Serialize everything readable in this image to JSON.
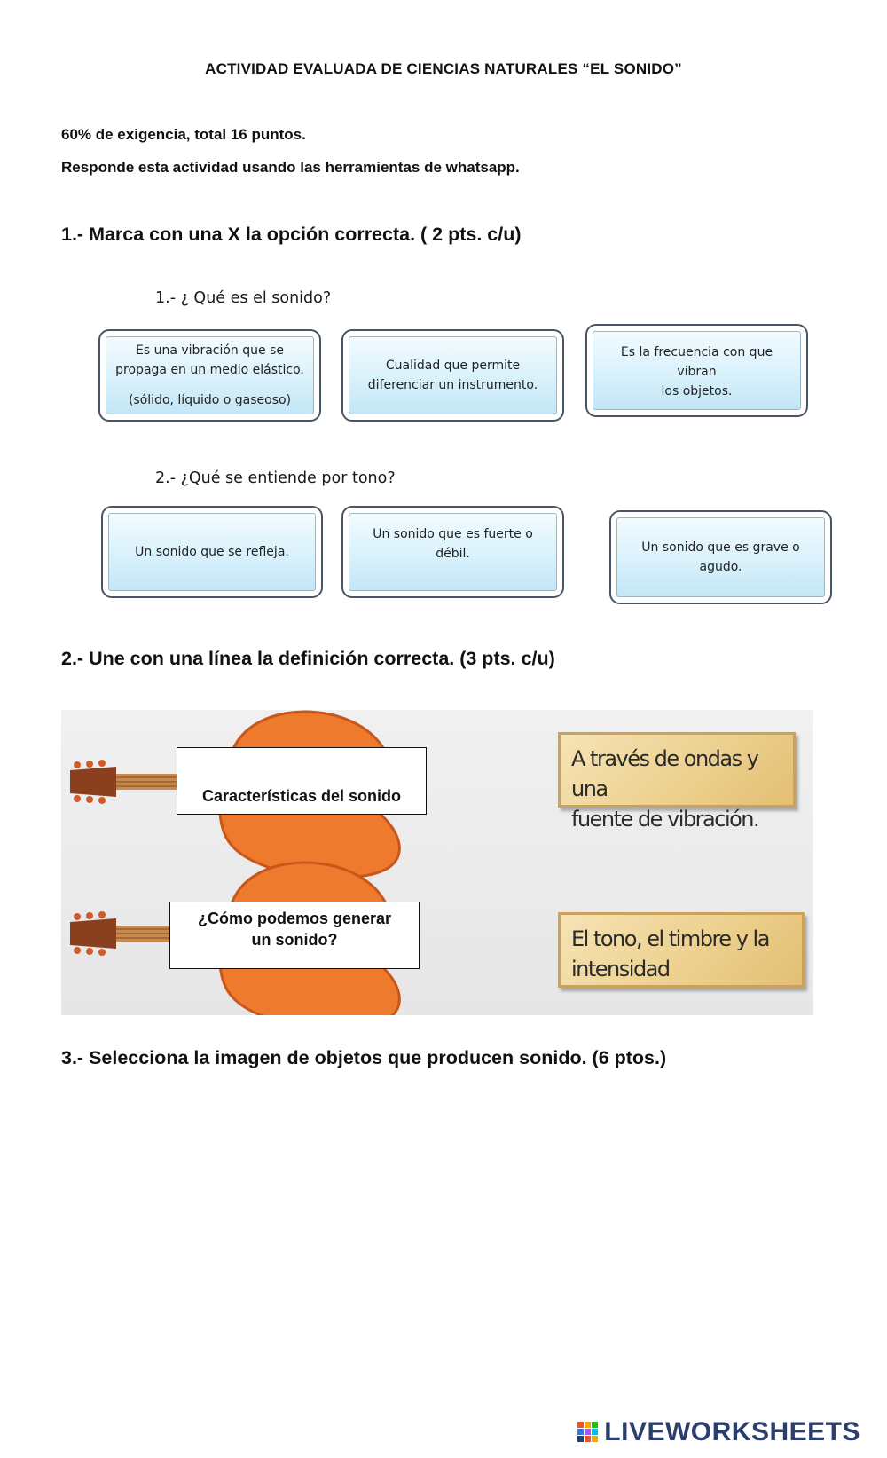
{
  "header": {
    "title": "ACTIVIDAD EVALUADA DE CIENCIAS NATURALES “EL SONIDO”",
    "requirement": "60% de exigencia, total 16 puntos.",
    "instruction": "Responde esta actividad usando las herramientas de whatsapp."
  },
  "section1": {
    "heading": "1.- Marca  con una X la opción correcta. ( 2 pts. c/u)",
    "q1": {
      "prompt": "1.- ¿ Qué es el sonido?",
      "options": [
        {
          "line1": "Es una vibración que se",
          "line2": "propaga en un medio elástico.",
          "line3": "(sólido, líquido o gaseoso)"
        },
        {
          "line1": "Cualidad que permite",
          "line2": "diferenciar un instrumento."
        },
        {
          "line1": "Es la frecuencia con que vibran",
          "line2": "los objetos."
        }
      ]
    },
    "q2": {
      "prompt": "2.- ¿Qué se entiende por tono?",
      "options": [
        {
          "line1": "Un sonido que se refleja."
        },
        {
          "line1": "Un sonido que es fuerte o",
          "line2": "débil."
        },
        {
          "line1": "Un sonido que es grave o",
          "line2": "agudo."
        }
      ]
    }
  },
  "section2": {
    "heading": "2.- Une con una línea la definición correcta. (3 pts. c/u)",
    "left_boxes": [
      {
        "text": "Características del sonido"
      },
      {
        "line1": "¿Cómo podemos generar",
        "line2": "un sonido?"
      }
    ],
    "right_cards": [
      {
        "line1": "A través de ondas y una",
        "line2": "fuente de vibración."
      },
      {
        "line1": "El tono, el timbre y la",
        "line2": "intensidad"
      }
    ],
    "guitar_color": "#ee7a2e"
  },
  "section3": {
    "heading": "3.- Selecciona la imagen de objetos que producen sonido. (6 ptos.)"
  },
  "footer": {
    "logo_text": "LIVEWORKSHEETS"
  },
  "colors": {
    "option_fill": "#d9f1fb",
    "card_fill": "#eccf8c",
    "logo": "#2c3e6b"
  }
}
